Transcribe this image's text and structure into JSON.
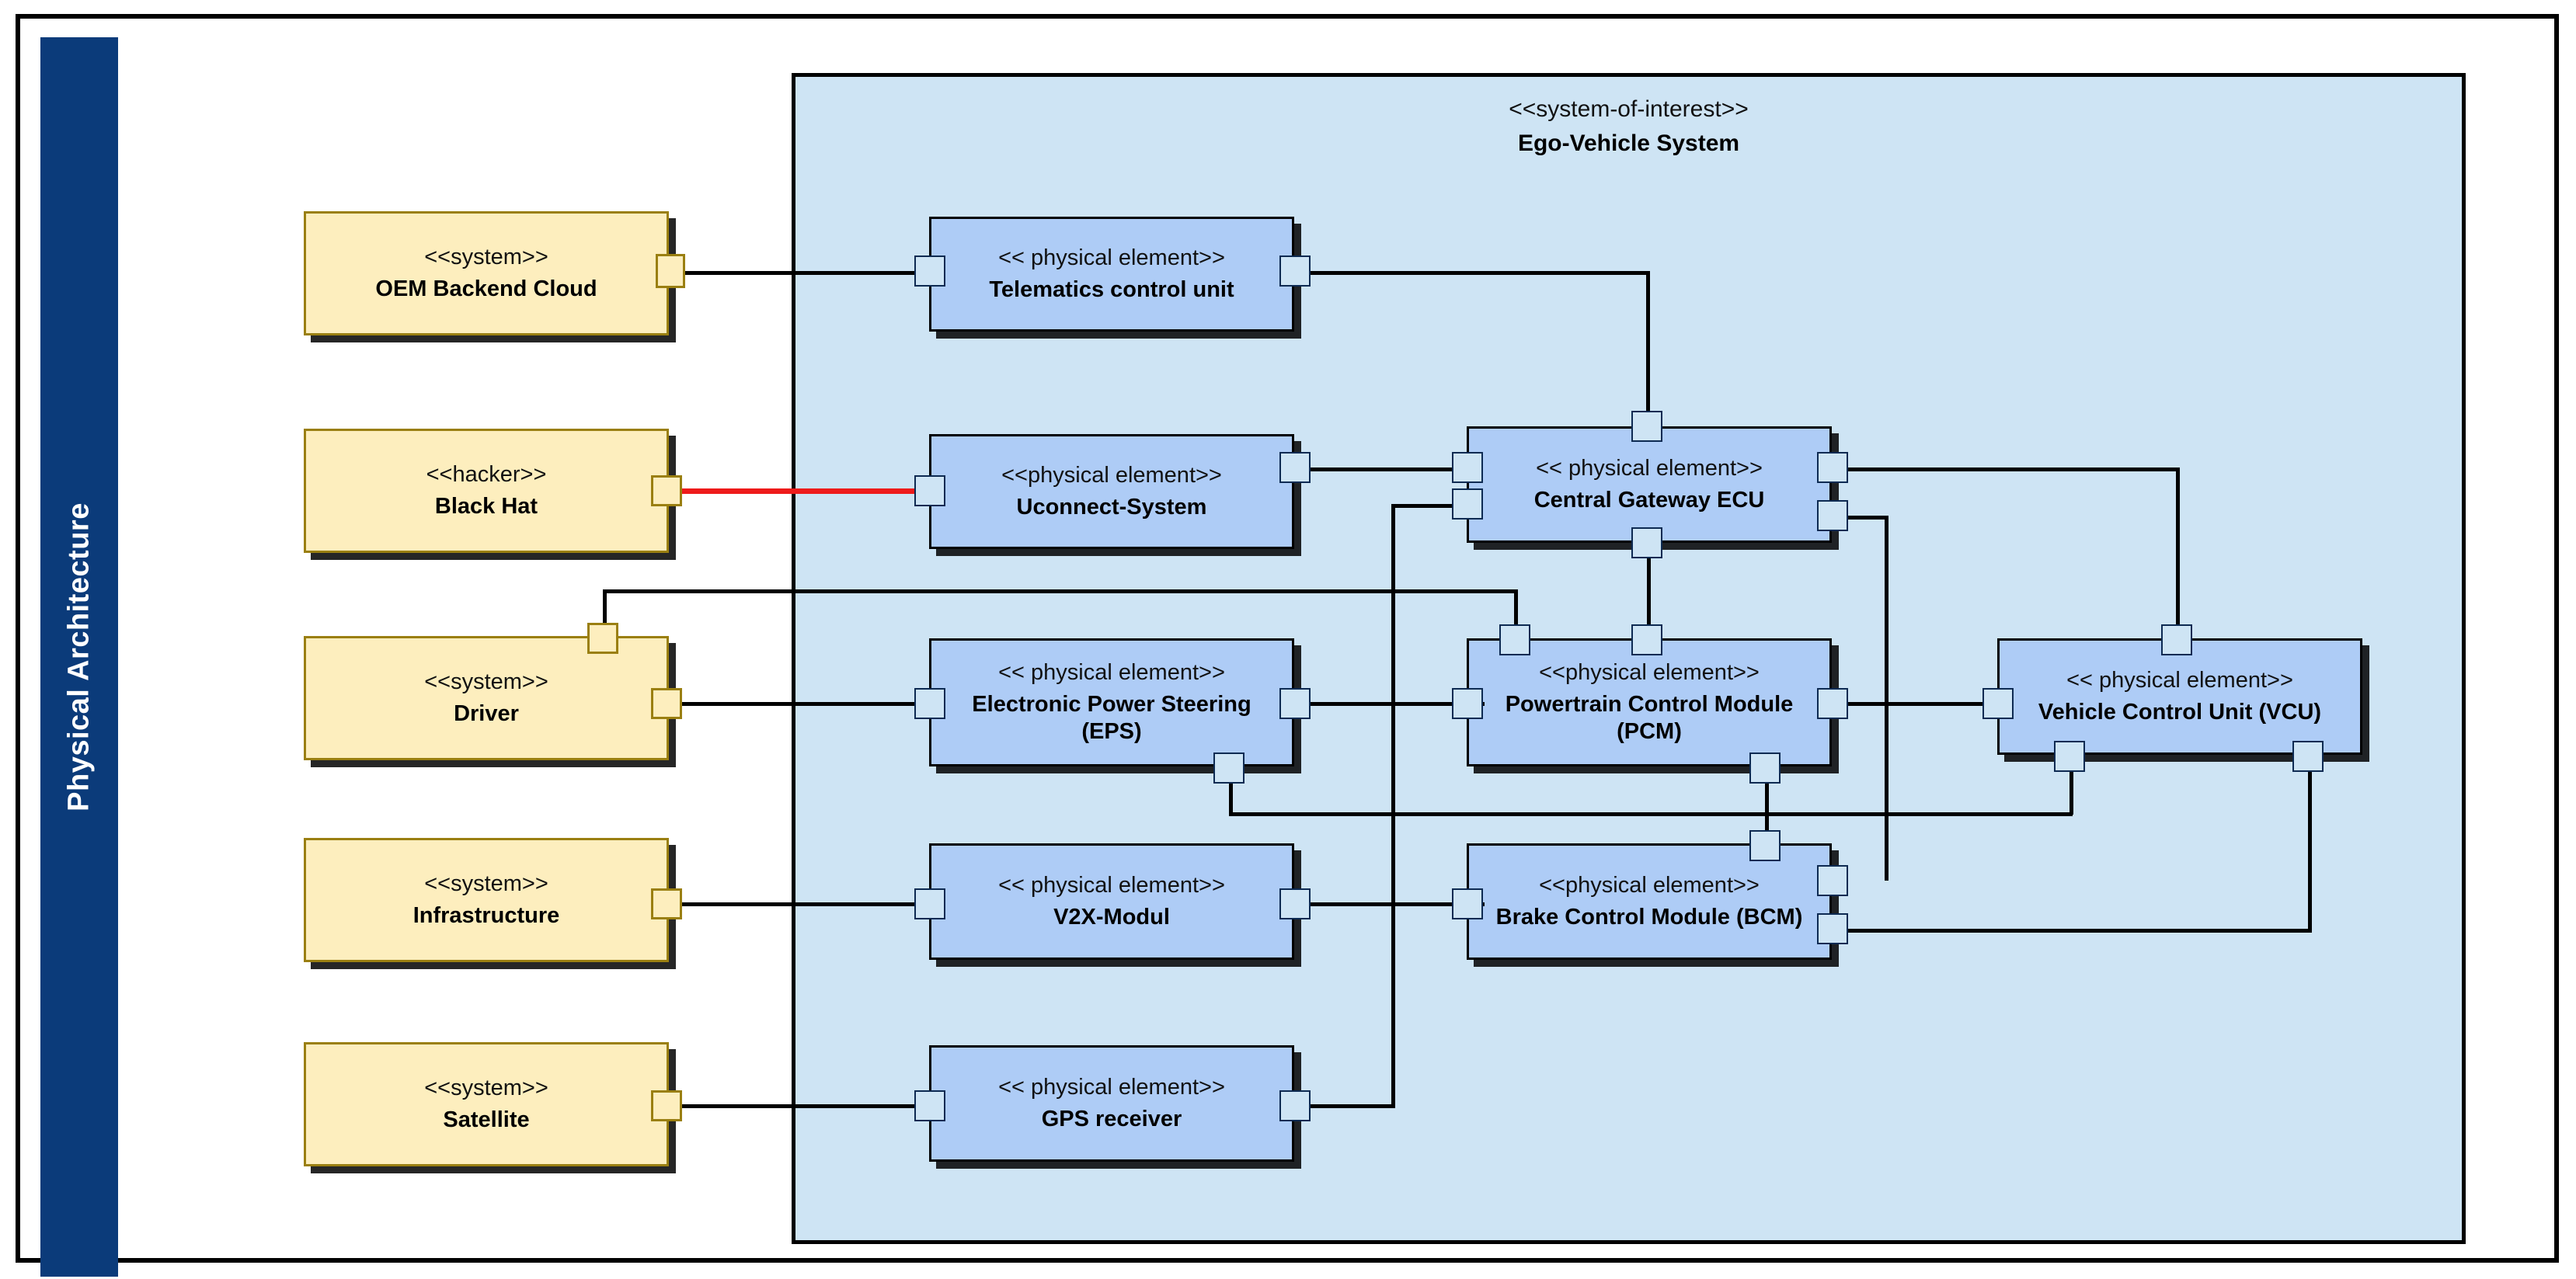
{
  "sidebar": {
    "title": "Physical Architecture",
    "color": "#0b3b7a"
  },
  "boundary": {
    "stereotype": "<<system-of-interest>>",
    "name": "Ego-Vehicle System",
    "fill": "#cee4f4"
  },
  "palette": {
    "external_fill": "#fdeebe",
    "external_border": "#9a7f11",
    "internal_fill": "#aeccf6",
    "internal_border": "#000000",
    "attack_line": "#ee1b1b",
    "line": "#000000"
  },
  "external_nodes": [
    {
      "id": "oem",
      "stereotype": "<<system>>",
      "name": "OEM Backend Cloud"
    },
    {
      "id": "hack",
      "stereotype": "<<hacker>>",
      "name": "Black Hat"
    },
    {
      "id": "drv",
      "stereotype": "<<system>>",
      "name": "Driver"
    },
    {
      "id": "infra",
      "stereotype": "<<system>>",
      "name": "Infrastructure"
    },
    {
      "id": "sat",
      "stereotype": "<<system>>",
      "name": "Satellite"
    }
  ],
  "internal_nodes": [
    {
      "id": "tcu",
      "stereotype": "<< physical element>>",
      "name": "Telematics control unit",
      "name2": ""
    },
    {
      "id": "ucon",
      "stereotype": "<<physical element>>",
      "name": "Uconnect-System",
      "name2": ""
    },
    {
      "id": "eps",
      "stereotype": "<< physical element>>",
      "name": "Electronic Power Steering",
      "name2": "(EPS)"
    },
    {
      "id": "v2x",
      "stereotype": "<< physical element>>",
      "name": "V2X-Modul",
      "name2": ""
    },
    {
      "id": "gps",
      "stereotype": "<< physical element>>",
      "name": "GPS receiver",
      "name2": ""
    },
    {
      "id": "cgw",
      "stereotype": "<< physical element>>",
      "name": "Central Gateway ECU",
      "name2": ""
    },
    {
      "id": "pcm",
      "stereotype": "<<physical element>>",
      "name": "Powertrain Control Module",
      "name2": "(PCM)"
    },
    {
      "id": "bcm",
      "stereotype": "<<physical element>>",
      "name": "Brake Control Module (BCM)",
      "name2": ""
    },
    {
      "id": "vcu",
      "stereotype": "<< physical element>>",
      "name": "Vehicle Control Unit (VCU)",
      "name2": ""
    }
  ],
  "connections": [
    {
      "from": "oem",
      "to": "tcu",
      "kind": "normal"
    },
    {
      "from": "hack",
      "to": "ucon",
      "kind": "attack"
    },
    {
      "from": "drv",
      "to": "eps",
      "kind": "normal"
    },
    {
      "from": "drv",
      "to": "pcm",
      "kind": "normal"
    },
    {
      "from": "infra",
      "to": "v2x",
      "kind": "normal"
    },
    {
      "from": "sat",
      "to": "gps",
      "kind": "normal"
    },
    {
      "from": "tcu",
      "to": "cgw",
      "kind": "normal"
    },
    {
      "from": "ucon",
      "to": "cgw",
      "kind": "normal"
    },
    {
      "from": "cgw",
      "to": "pcm",
      "kind": "normal"
    },
    {
      "from": "cgw",
      "to": "vcu",
      "kind": "normal"
    },
    {
      "from": "cgw",
      "to": "bcm",
      "kind": "normal"
    },
    {
      "from": "eps",
      "to": "pcm",
      "kind": "normal"
    },
    {
      "from": "eps",
      "to": "vcu",
      "kind": "normal"
    },
    {
      "from": "v2x",
      "to": "bcm",
      "kind": "normal"
    },
    {
      "from": "gps",
      "to": "cgw",
      "kind": "normal"
    },
    {
      "from": "pcm",
      "to": "vcu",
      "kind": "normal"
    },
    {
      "from": "pcm",
      "to": "bcm",
      "kind": "normal"
    },
    {
      "from": "bcm",
      "to": "vcu",
      "kind": "normal"
    }
  ]
}
